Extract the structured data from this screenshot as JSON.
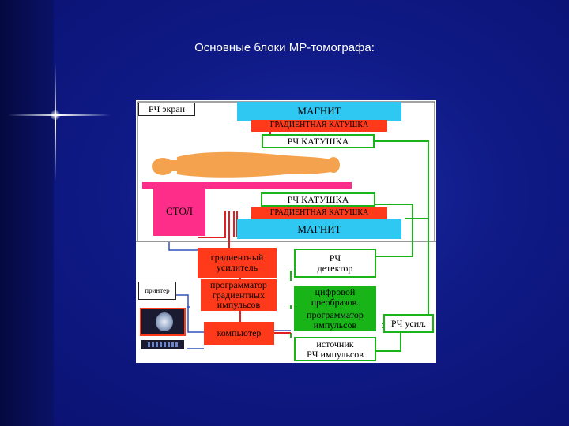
{
  "slide": {
    "title": "Основные блоки МР-томографа:"
  },
  "diagram": {
    "rf_screen_label": "РЧ экран",
    "magnet_top": "МАГНИТ",
    "gradient_coil_top": "ГРАДИЕНТНАЯ КАТУШКА",
    "rf_coil_top": "РЧ  КАТУШКА",
    "table_label": "СТОЛ",
    "rf_coil_bottom": "РЧ  КАТУШКА",
    "gradient_coil_bottom": "ГРАДИЕНТНАЯ КАТУШКА",
    "magnet_bottom": "МАГНИТ",
    "gradient_amplifier": "градиентный\nусилитель",
    "gradient_pulse_programmer": "программатор\nградиентных\nимпульсов",
    "computer": "компьютер",
    "printer": "принтер",
    "rf_detector": "РЧ\nдетектор",
    "digital_converter": "цифровой\nпреобразов.",
    "pulse_programmer": "программатор\nимпульсов",
    "rf_pulse_source": "источник\nРЧ импульсов",
    "rf_amplifier": "РЧ усил."
  },
  "colors": {
    "magnet": "#2ec8f2",
    "gradient_coil": "#ff3a1a",
    "rf_block": "#18b418",
    "table": "#ff2d8a",
    "body": "#f4a24e",
    "wire_green": "#19b319",
    "wire_red": "#e02020",
    "wire_blue": "#3050c0"
  }
}
